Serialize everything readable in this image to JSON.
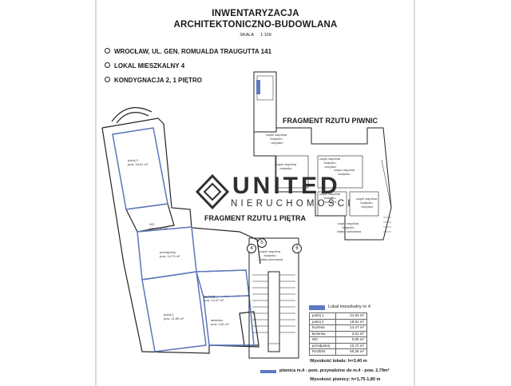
{
  "header": {
    "title_line1": "INWENTARYZACJA",
    "title_line2": "ARCHITEKTONICZNO-BUDOWLANA",
    "scale_label": "SKALA",
    "scale_value": "1:100"
  },
  "info": [
    "WROCŁAW,  UL. GEN. ROMUALDA TRAUGUTTA 141",
    "LOKAL MIESZKALNY 4",
    "KONDYGNACJA 2, 1 PIĘTRO"
  ],
  "fragments": {
    "cellar": "FRAGMENT RZUTU PIWNIC",
    "floor": "FRAGMENT RZUTU 1 PIĘTRA"
  },
  "watermark": {
    "name": "UNITED",
    "sub": "NIERUCHOMOŚCI"
  },
  "rooms": {
    "room2": "pokój 2\npow. 18,91 m²",
    "wc": "WC\npow. 0,90 m²",
    "hall": "przedpokój\npow. 10,73 m²",
    "room1": "pokój 1\npow. 21,83 m²",
    "kitchen": "kuchnia\npow. 14,47 m²",
    "bathroom": "łazienka\npow. 3,61 m²",
    "stair": "część wspólna\nbudynku\n- klatka schodowa"
  },
  "cellar_labels": {
    "c1": "część wspólna\nbudynku\n- korytarz",
    "c2": "część wspólna\nbudynku",
    "c3": "część wspólna\nbudynku\n- korytarz",
    "c4": "część wspólna\nbudynku",
    "c5": "część wspólna\nbudynku\n- korytarz",
    "c6": "część wspólna\nbudynku\n- korytarz",
    "c7": "część wspólna\nbudynku\n- klatka schodowa"
  },
  "axis_marks": [
    "4",
    "5",
    "6"
  ],
  "legend": {
    "label": "Lokal mieszkalny nr 4",
    "color": "#5f79c0"
  },
  "area_table": [
    {
      "name": "pokój 1",
      "value": "21,83 m²"
    },
    {
      "name": "pokój 2",
      "value": "18,91 m²"
    },
    {
      "name": "kuchnia",
      "value": "14,47 m²"
    },
    {
      "name": "łazienka",
      "value": "3,61 m²"
    },
    {
      "name": "WC",
      "value": "0,90 m²"
    },
    {
      "name": "przedpokój",
      "value": "10,73 m²"
    },
    {
      "name": "RAZEM:",
      "value": "60,28 m²"
    }
  ],
  "footer": {
    "height_unit": "Wysokość lokalu: h=3,40 m",
    "cellar_note": "piwnica m.4 - pom. przynależne do m.4 - pow. 2,79m²",
    "cellar_height": "Wysokość piwnicy: h=1,75-1,80 m"
  }
}
